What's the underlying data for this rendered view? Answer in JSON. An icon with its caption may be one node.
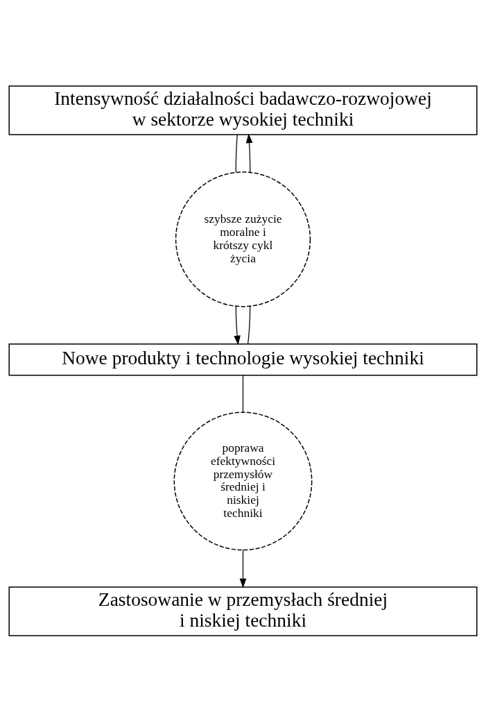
{
  "diagram": {
    "nodes": [
      {
        "text": [
          "Intensywność działalności badawczo-rozwojowej w sektorze wysokiej techniki"
        ]
      },
      {
        "text": [
          "szybsze zużycie moralne i krótszy cykl życia"
        ]
      },
      {
        "text": [
          "Nowe produkty i technologie wysokiej techniki"
        ]
      },
      {
        "text": [
          "poprawa efektywności przemysłów średniej i niskiej techniki"
        ]
      },
      {
        "text": [
          "Zastosowanie w przemysłach średniej i niskiej techniki"
        ]
      }
    ],
    "edges": [
      {
        "from": 0,
        "to": 1,
        "arrow": "none"
      },
      {
        "from": 1,
        "to": 0,
        "arrow": "to"
      },
      {
        "from": 1,
        "to": 2,
        "arrow": "to"
      },
      {
        "from": 2,
        "to": 1,
        "arrow": "none"
      },
      {
        "from": 2,
        "to": 3,
        "arrow": "none"
      },
      {
        "from": 3,
        "to": 4,
        "arrow": "to"
      }
    ]
  }
}
